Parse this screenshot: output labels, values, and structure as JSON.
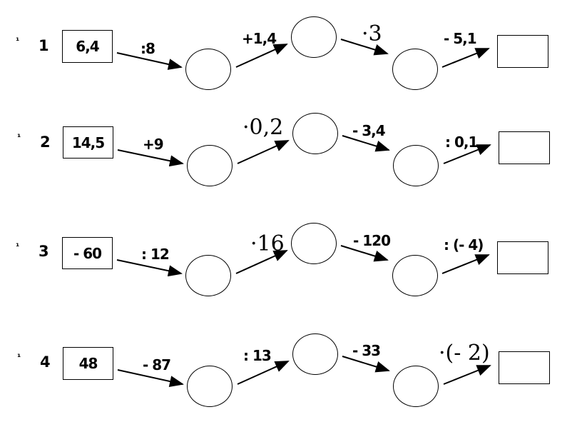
{
  "chains": [
    {
      "bullet": "¹",
      "number": "1",
      "start": "6,4",
      "ops": [
        {
          "label": ":8",
          "style": "bold"
        },
        {
          "label": "+1,4",
          "style": "bold"
        },
        {
          "label": "·3",
          "style": "serif"
        },
        {
          "label": "- 5,1",
          "style": "bold"
        }
      ]
    },
    {
      "bullet": "¹",
      "number": "2",
      "start": "14,5",
      "ops": [
        {
          "label": "+9",
          "style": "bold"
        },
        {
          "label": "·0,2",
          "style": "serif"
        },
        {
          "label": "- 3,4",
          "style": "bold"
        },
        {
          "label": ": 0,1",
          "style": "bold"
        }
      ]
    },
    {
      "bullet": "¹",
      "number": "3",
      "start": "- 60",
      "ops": [
        {
          "label": ": 12",
          "style": "bold"
        },
        {
          "label": "·16",
          "style": "serif"
        },
        {
          "label": "- 120",
          "style": "bold"
        },
        {
          "label": ": (- 4)",
          "style": "bold"
        }
      ]
    },
    {
      "bullet": "¹",
      "number": "4",
      "start": "48",
      "ops": [
        {
          "label": "- 87",
          "style": "bold"
        },
        {
          "label": ": 13",
          "style": "bold"
        },
        {
          "label": "- 33",
          "style": "bold"
        },
        {
          "label": "·(- 2)",
          "style": "serif"
        }
      ]
    }
  ]
}
